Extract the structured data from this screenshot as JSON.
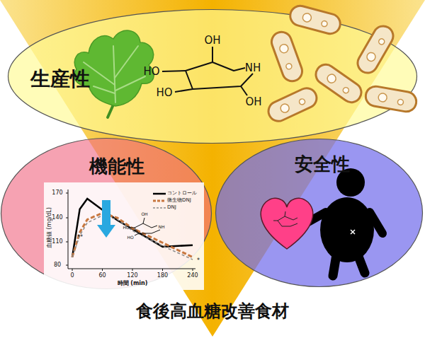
{
  "diagram": {
    "nodes": [
      {
        "text": [
          "生産性"
        ]
      },
      {
        "text": [
          "機能性"
        ]
      },
      {
        "text": [
          "安全性"
        ]
      }
    ],
    "labels": [
      "OH",
      "HO",
      "HO",
      "NH",
      "OH",
      "170",
      "140",
      "110",
      "80",
      "0",
      "60",
      "120",
      "180",
      "240",
      "血糖値 (mg/dL)",
      "時間 (min)",
      "HO",
      "HO",
      "OH",
      "NH",
      "**",
      "*",
      "食後高血糖改善食材"
    ],
    "legend": [
      {
        "text": "コントロール"
      },
      {
        "text": "微生物DNJ"
      },
      {
        "text": "DNJ"
      }
    ]
  }
}
